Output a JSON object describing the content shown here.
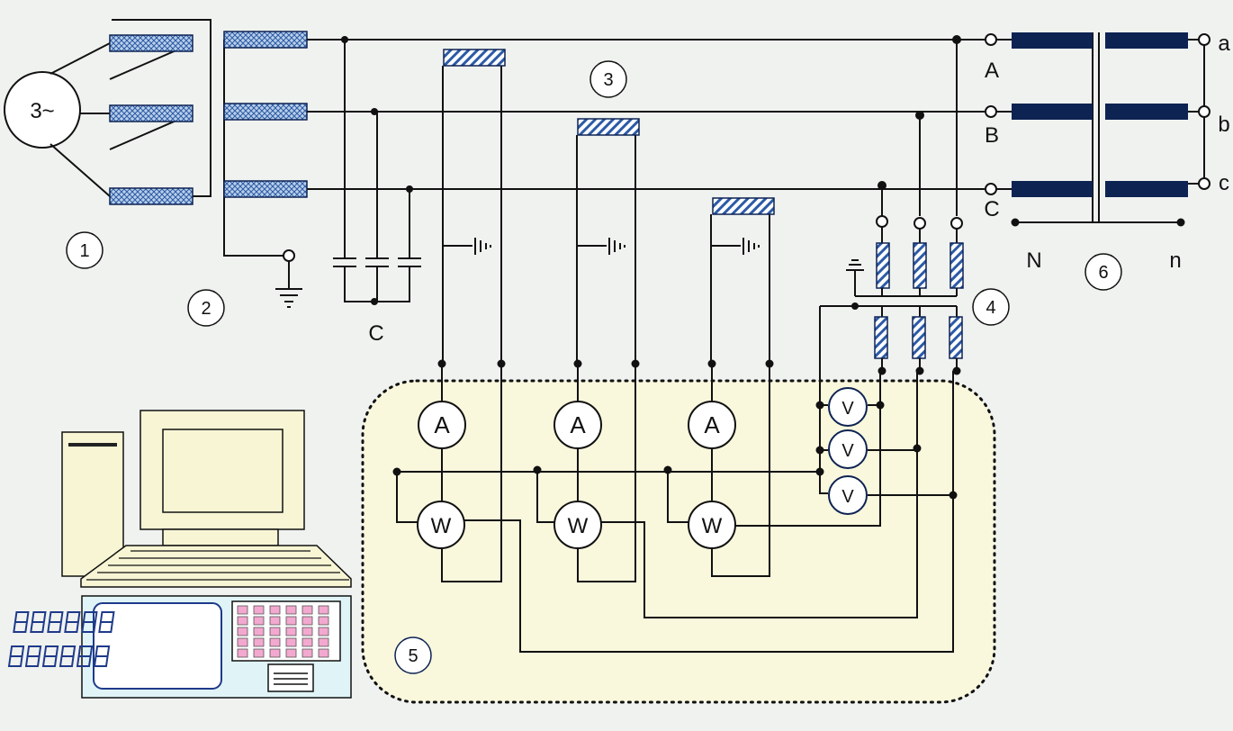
{
  "generator": {
    "symbol": "3~",
    "number": "1"
  },
  "current_transformers": {
    "number": "2"
  },
  "bus": {
    "number": "3"
  },
  "voltage_transformers": {
    "number": "4"
  },
  "measuring_panel": {
    "number": "5",
    "ammeter_symbol": "A",
    "wattmeter_symbol": "W",
    "voltmeter_symbol": "V"
  },
  "transformer": {
    "number": "6",
    "primary_terminals": [
      "A",
      "B",
      "C"
    ],
    "secondary_terminals": [
      "a",
      "b",
      "c"
    ],
    "primary_neutral": "N",
    "secondary_neutral": "n"
  },
  "capacitor_group_label": "C",
  "colors": {
    "panel_fill": "#f9f7dc",
    "winding_dark": "#0d2352",
    "ct_fill": "#b8cfe8",
    "hatch": "#2c5aa6",
    "keypad_key": "#f3a8cf",
    "display_digit": "#1e3a8a",
    "computer_body": "#f7f5d4",
    "keyboard_body": "#e0f4f7"
  }
}
